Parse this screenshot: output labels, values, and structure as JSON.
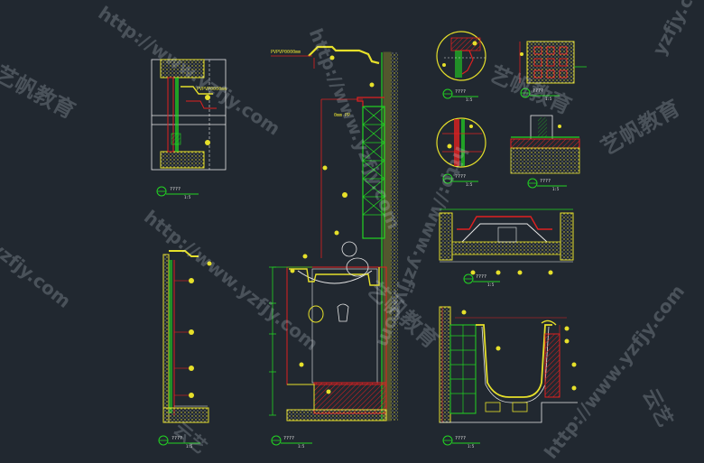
{
  "drawing": {
    "background": "#212830",
    "colors": {
      "wall": "#e6e02a",
      "red": "#e02020",
      "green": "#22d422",
      "white": "#e8e8e8",
      "yellow_dots": "#d8d040",
      "magenta": "#d030d0"
    },
    "labels": {
      "section_note_top": "PVPVP0000mm",
      "section_note_mid": "0mm PP",
      "detail_title": "????",
      "detail_scale": "1:5"
    },
    "watermark": {
      "url": "http://www.yzfjy.com",
      "brand": "艺帆教育",
      "url_short": "yzfjy.com",
      "tail": "云艺"
    }
  }
}
